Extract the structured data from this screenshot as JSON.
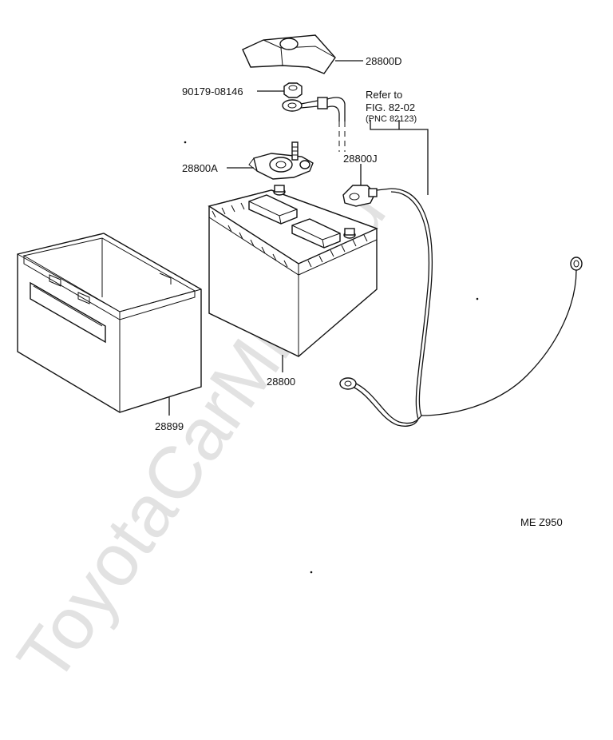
{
  "watermark": "ToyotaCarMine.ru",
  "diagram_code": "ME Z950",
  "parts": {
    "cover": "28800D",
    "nut": "90179-08146",
    "clamp": "28800A",
    "cable": "28800J",
    "battery": "28800",
    "tray": "28899"
  },
  "reference": {
    "line1": "Refer to",
    "line2": "FIG. 82-02",
    "line3": "(PNC 82123)"
  }
}
